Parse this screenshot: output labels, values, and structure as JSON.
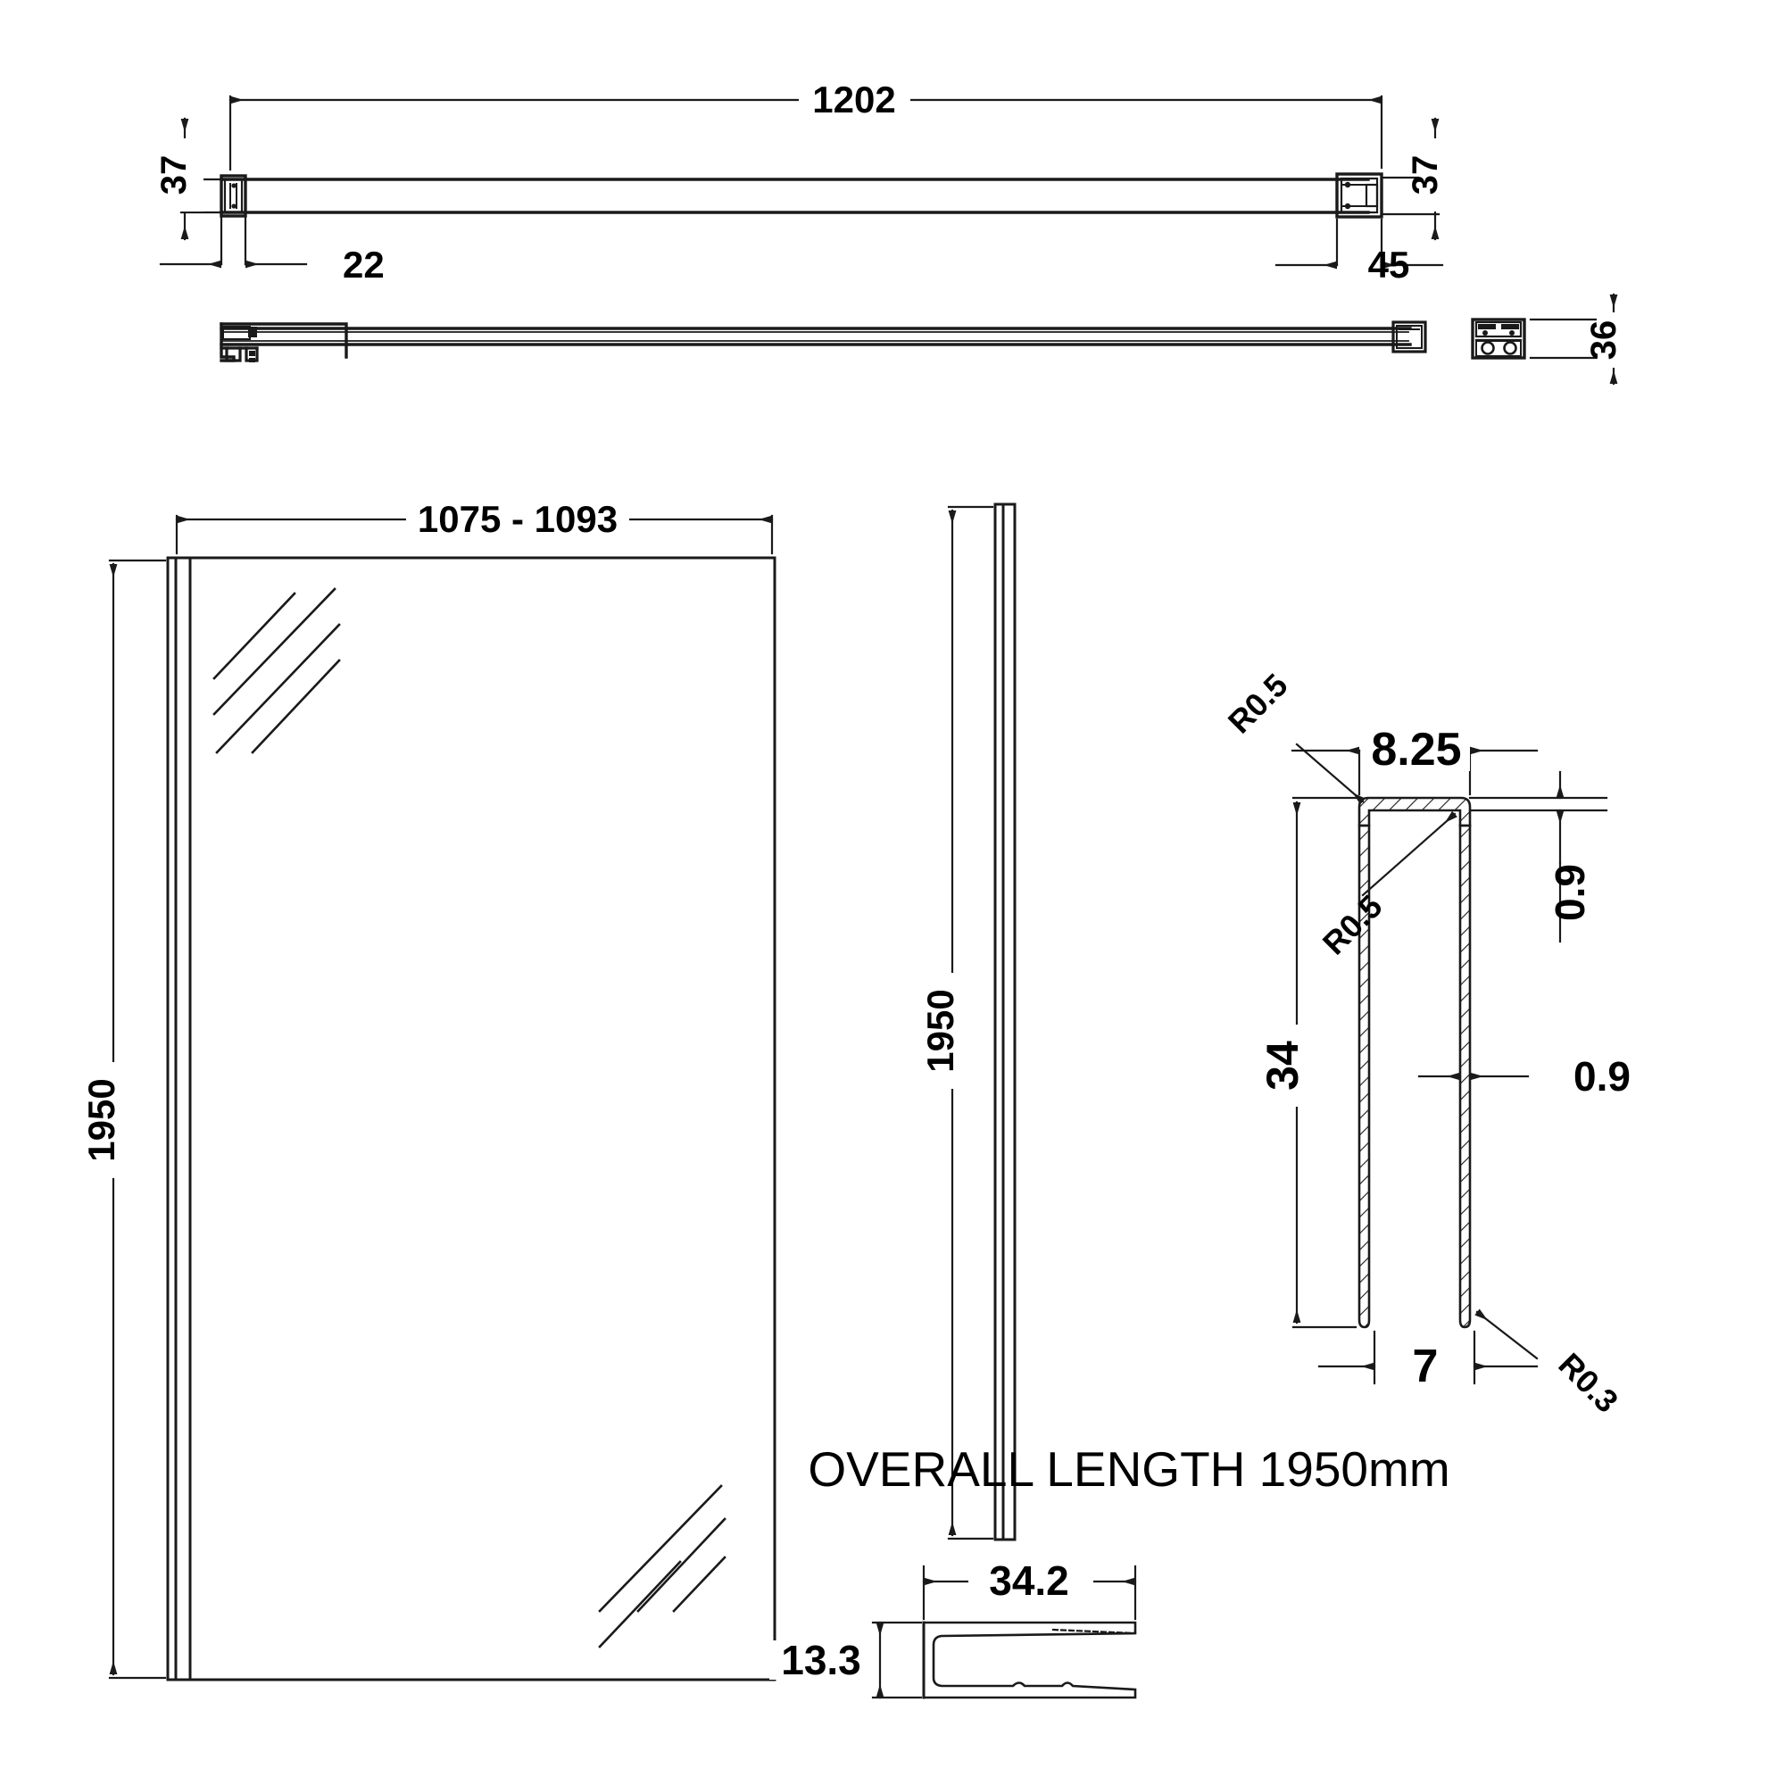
{
  "drawing": {
    "title_note": "OVERALL LENGTH 1950mm",
    "units": "mm",
    "description": "Technical engineering drawing of a shower wet room screen panel with support bar and bracket profiles"
  },
  "views": {
    "top_bar_plan": {
      "name": "support-bar-plan-view",
      "dimensions": {
        "length": "1202",
        "left_end_width": "37",
        "right_end_width": "37",
        "left_offset": "22",
        "right_offset": "45"
      }
    },
    "top_bar_side": {
      "name": "support-bar-side-view",
      "dimensions": {
        "bracket_height": "36"
      }
    },
    "panel_front": {
      "name": "glass-panel-front-elevation",
      "dimensions": {
        "width": "1075 - 1093",
        "height": "1950"
      }
    },
    "panel_side": {
      "name": "glass-panel-side-elevation",
      "dimensions": {
        "height": "1950"
      }
    },
    "profile_section": {
      "name": "u-channel-profile-section",
      "dimensions": {
        "inner_width": "8.25",
        "top_thickness": "0.9",
        "wall_thickness": "0.9",
        "depth": "34",
        "opening": "7",
        "radius_outer_left": "R0.5",
        "radius_inner": "R0.5",
        "radius_bottom": "R0.3"
      }
    },
    "channel_section": {
      "name": "wall-channel-profile-section",
      "dimensions": {
        "width": "34.2",
        "height": "13.3"
      }
    }
  },
  "colors": {
    "line": "#1a1a1a",
    "background": "#ffffff",
    "hatch": "#1a1a1a"
  }
}
